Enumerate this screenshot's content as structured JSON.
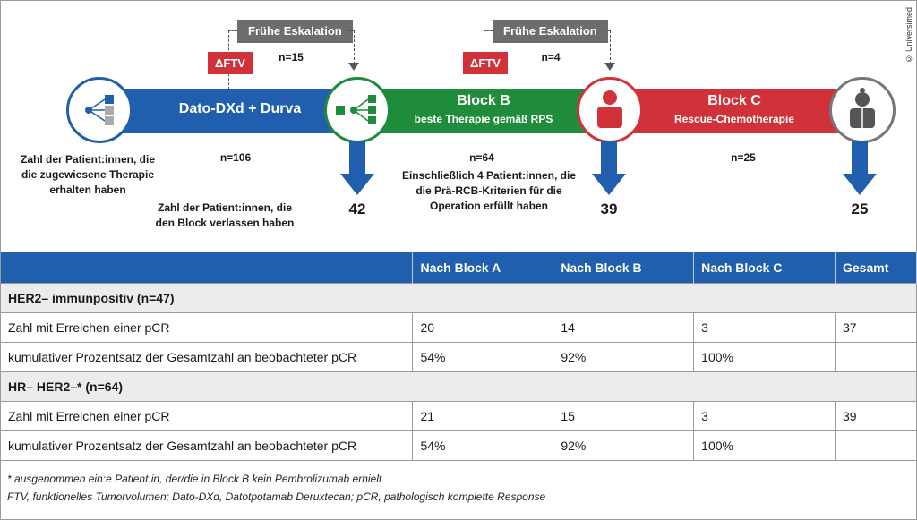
{
  "timeline": {
    "block_a_label": "Dato-DXd + Durva",
    "block_b_title": "Block B",
    "block_b_subtitle": "beste Therapie gemäß RPS",
    "block_c_title": "Block C",
    "block_c_subtitle": "Rescue-Chemotherapie",
    "escalation_1": "Frühe Eskalation",
    "escalation_2": "Frühe Eskalation",
    "dftv_1": "ΔFTV",
    "dftv_2": "ΔFTV",
    "n_esc_1": "n=15",
    "n_esc_2": "n=4",
    "n_block_a": "n=106",
    "n_block_b": "n=64",
    "n_block_c": "n=25",
    "note_assigned": "Zahl der Patient:innen, die die zugewiesene Therapie erhalten haben",
    "note_left": "Zahl der Patient:innen, die den Block verlassen haben",
    "note_b": "Einschließlich 4 Patient:innen, die die Prä-RCB-Kriterien für die Operation erfüllt haben",
    "count_a": "42",
    "count_b": "39",
    "count_c": "25",
    "copyright": "© Universimed"
  },
  "table": {
    "headers": [
      "",
      "Nach Block A",
      "Nach Block B",
      "Nach Block C",
      "Gesamt"
    ],
    "section1": "HER2– immunpositiv (n=47)",
    "section2": "HR– HER2–* (n=64)",
    "rows1": [
      [
        "Zahl mit Erreichen einer pCR",
        "20",
        "14",
        "3",
        "37"
      ],
      [
        "kumulativer Prozentsatz der Gesamtzahl an beobachteter pCR",
        "54%",
        "92%",
        "100%",
        ""
      ]
    ],
    "rows2": [
      [
        "Zahl mit Erreichen einer pCR",
        "21",
        "15",
        "3",
        "39"
      ],
      [
        "kumulativer Prozentsatz der Gesamtzahl an beobachteter pCR",
        "54%",
        "92%",
        "100%",
        ""
      ]
    ]
  },
  "footnotes": {
    "line1": "* ausgenommen ein:e Patient:in, der/die in Block B kein Pembrolizumab erhielt",
    "line2": "FTV, funktionelles Tumorvolumen; Dato-DXd, Datotpotamab Deruxtecan; pCR, pathologisch komplette Response"
  }
}
